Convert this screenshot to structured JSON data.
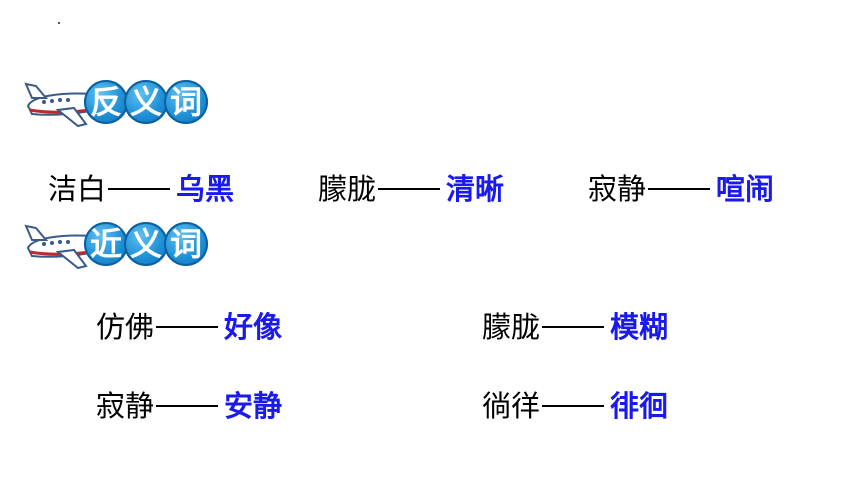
{
  "antonyms": {
    "heading": [
      "反",
      "义",
      "词"
    ],
    "pairs": [
      {
        "term": "洁白",
        "answer": "乌黑"
      },
      {
        "term": "朦胧",
        "answer": "清晰"
      },
      {
        "term": "寂静",
        "answer": "喧闹"
      }
    ]
  },
  "synonyms": {
    "heading": [
      "近",
      "义",
      "词"
    ],
    "pairs": [
      {
        "term": "仿佛",
        "answer": "好像"
      },
      {
        "term": "朦胧",
        "answer": "模糊"
      },
      {
        "term": "寂静",
        "answer": "安静"
      },
      {
        "term": "徜徉",
        "answer": "徘徊"
      }
    ]
  },
  "colors": {
    "answer": "#1a1aee",
    "bubble": "#1e8fd6",
    "plane_body": "#ffffff",
    "plane_accent": "#c0282d"
  },
  "icons": {
    "header_icon": "airplane-icon"
  }
}
